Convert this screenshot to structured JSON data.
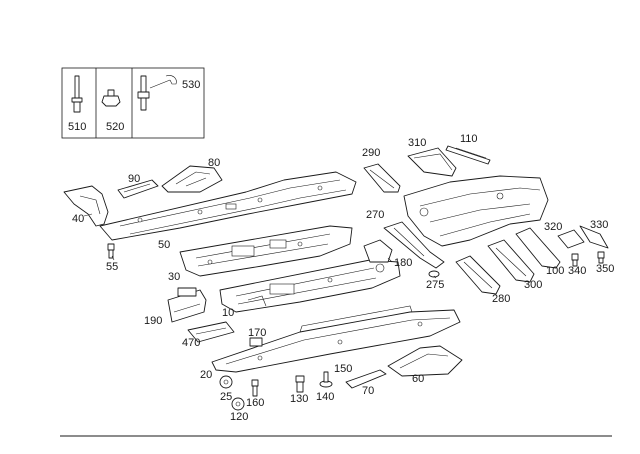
{
  "labels": {
    "l510": "510",
    "l520": "520",
    "l530": "530",
    "l110": "110",
    "l310": "310",
    "l290": "290",
    "l80": "80",
    "l90": "90",
    "l40": "40",
    "l50": "50",
    "l55": "55",
    "l270": "270",
    "l180": "180",
    "l275": "275",
    "l320": "320",
    "l330": "330",
    "l100": "100",
    "l340": "340",
    "l350": "350",
    "l280": "280",
    "l300": "300",
    "l30": "30",
    "l10": "10",
    "l190": "190",
    "l470": "470",
    "l170": "170",
    "l20": "20",
    "l25": "25",
    "l120": "120",
    "l160": "160",
    "l130": "130",
    "l140": "140",
    "l150": "150",
    "l70": "70",
    "l60": "60"
  },
  "colors": {
    "line": "#1a1a1a",
    "background": "#ffffff"
  }
}
